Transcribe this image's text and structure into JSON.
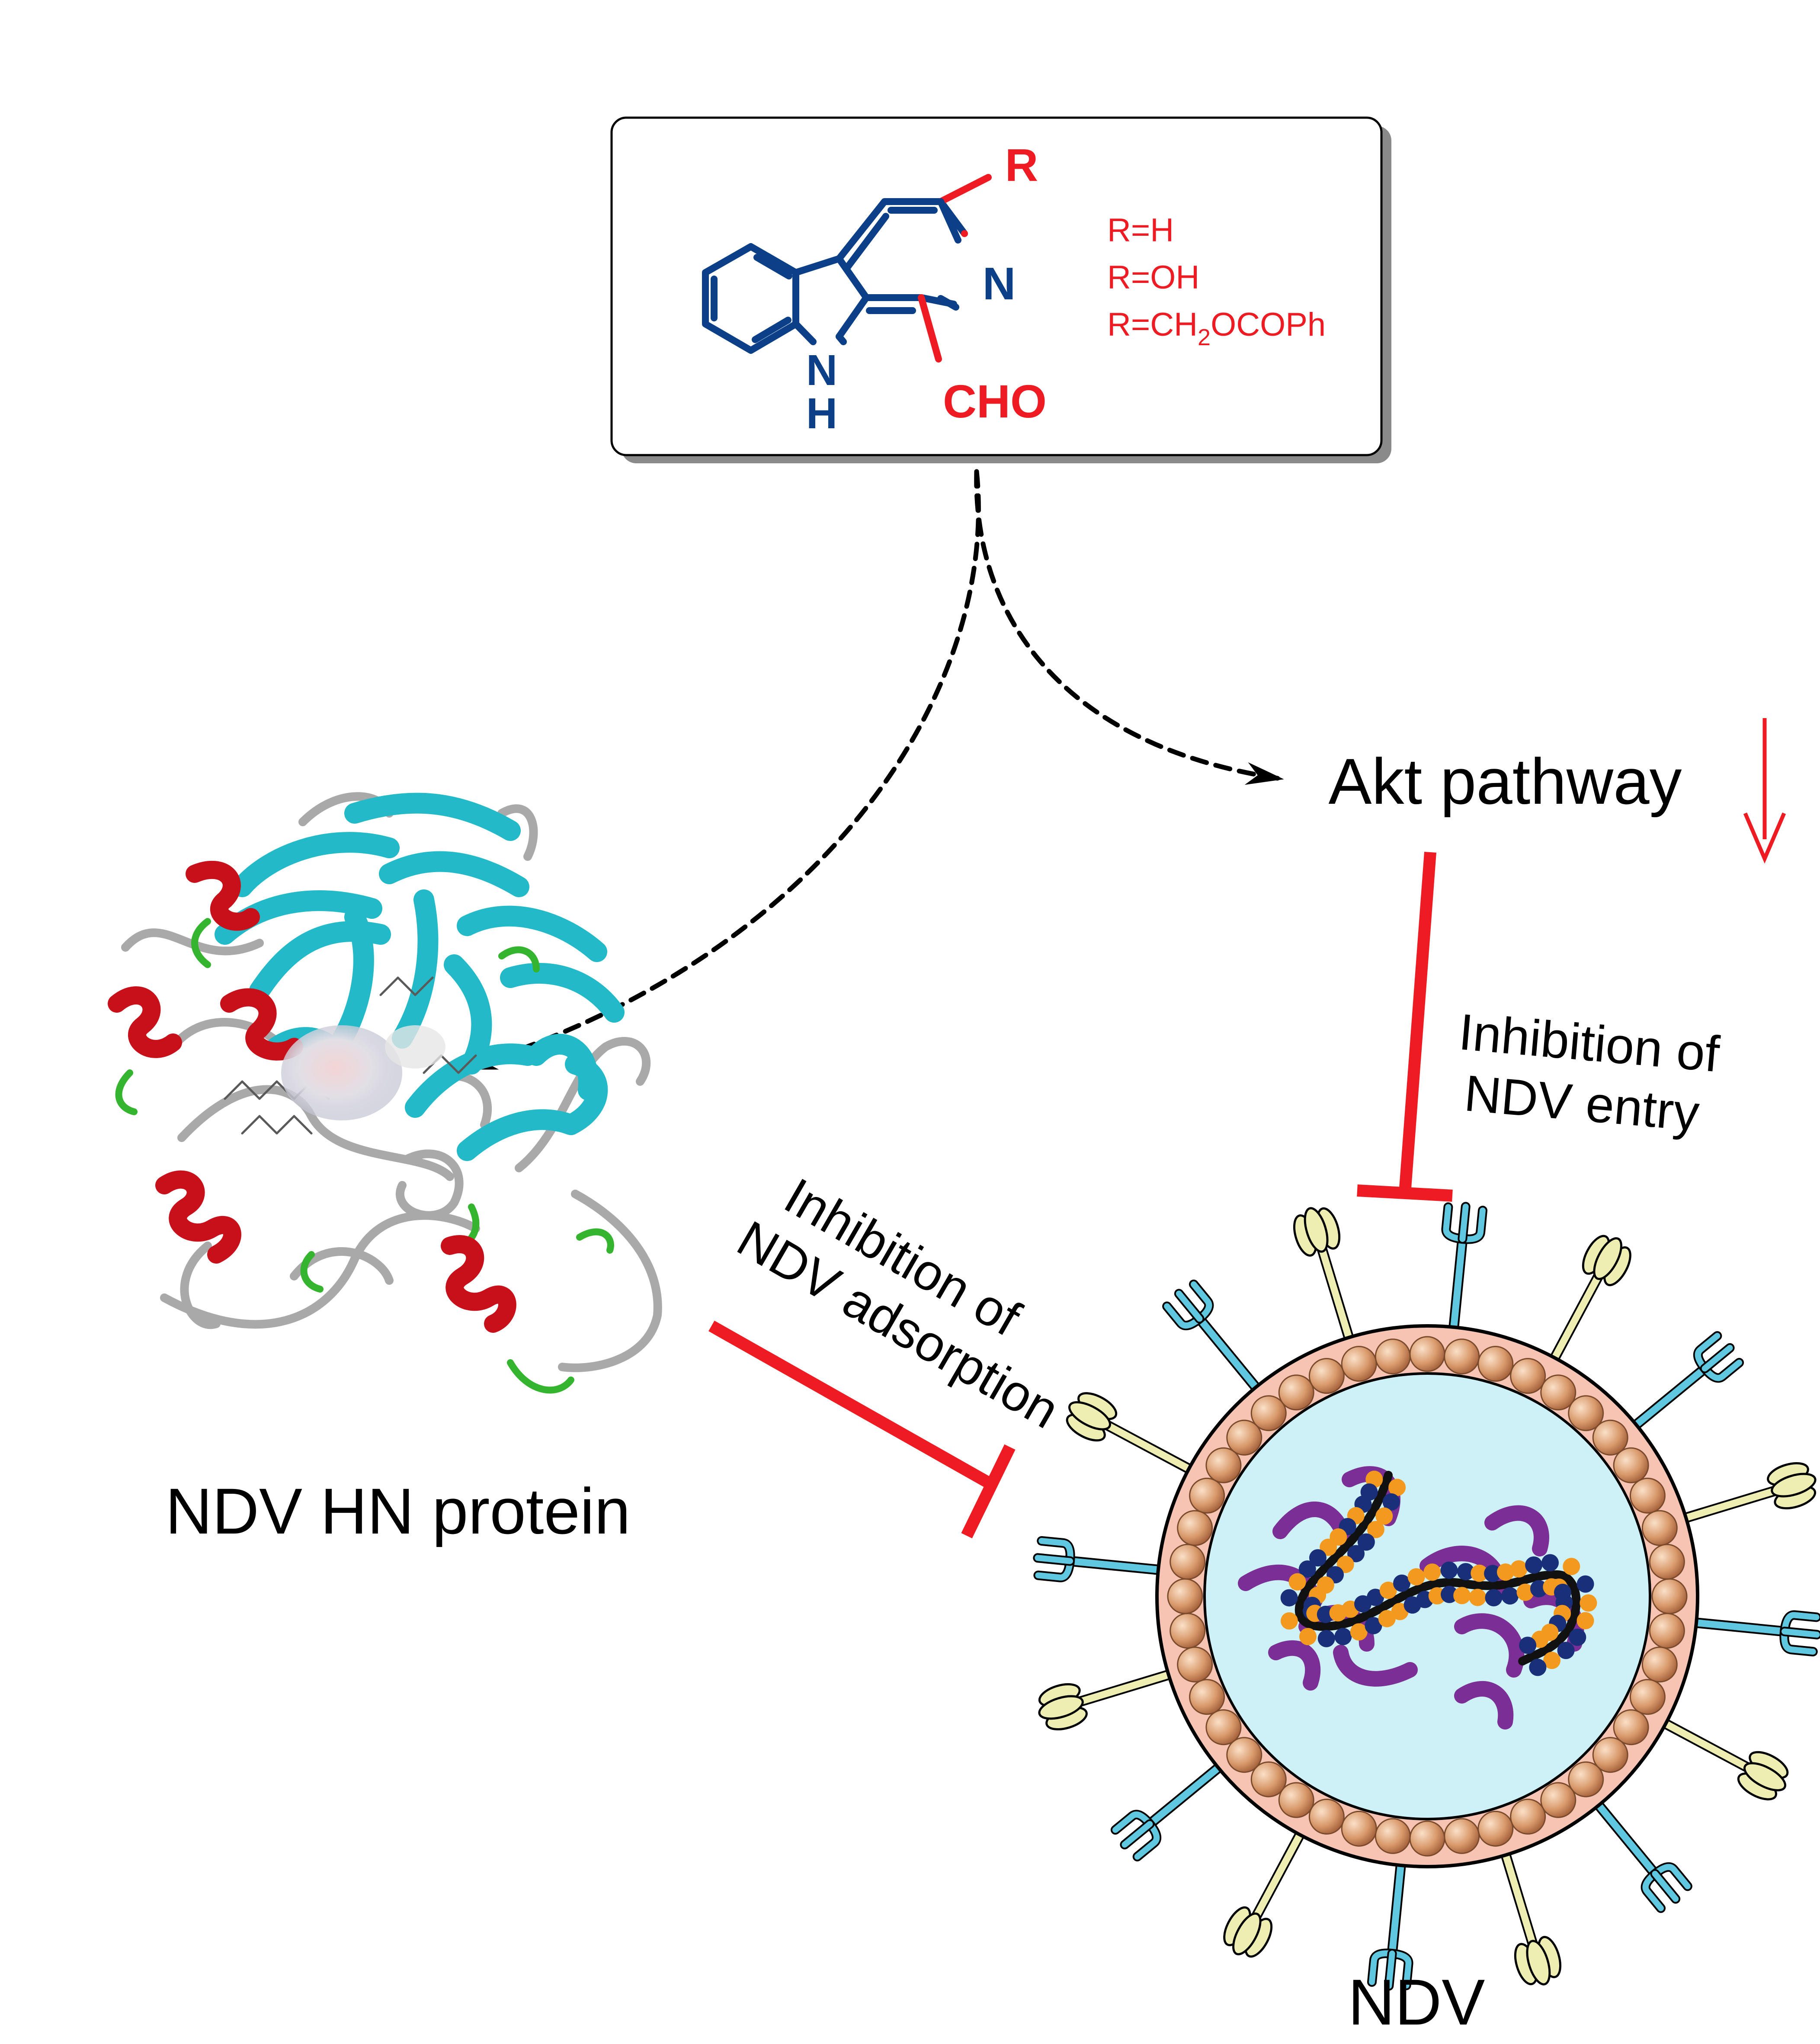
{
  "structure_box": {
    "substituent_R": "R",
    "atom_N": "N",
    "atom_NH_N": "N",
    "atom_NH_H": "H",
    "group_CHO": "CHO",
    "variants": [
      "R=H",
      "R=OH"
    ],
    "variant3_main": "R=CH",
    "variant3_sub": "2",
    "variant3_tail": "OCOPh"
  },
  "labels": {
    "akt": "Akt pathway",
    "entry_line1": "Inhibition of",
    "entry_line2": "NDV entry",
    "adsorption_line1": "Inhibition of",
    "adsorption_line2": "NDV adsorption",
    "protein": "NDV HN protein",
    "virus": "NDV"
  },
  "colors": {
    "structure_blue": "#0b3f87",
    "accent_red": "#ee1b23",
    "helix_red": "#c8101a",
    "sheet_cyan": "#22b9c8",
    "coil_gray": "#a9a9a9",
    "turn_green": "#35b52f",
    "envelope_pink": "#f7c4b4",
    "interior_cyan": "#cdf1f6",
    "bead_brown": "#d99a6c",
    "spike_blue": "#5fc8e0",
    "spike_yellow": "#eeeeb2"
  }
}
